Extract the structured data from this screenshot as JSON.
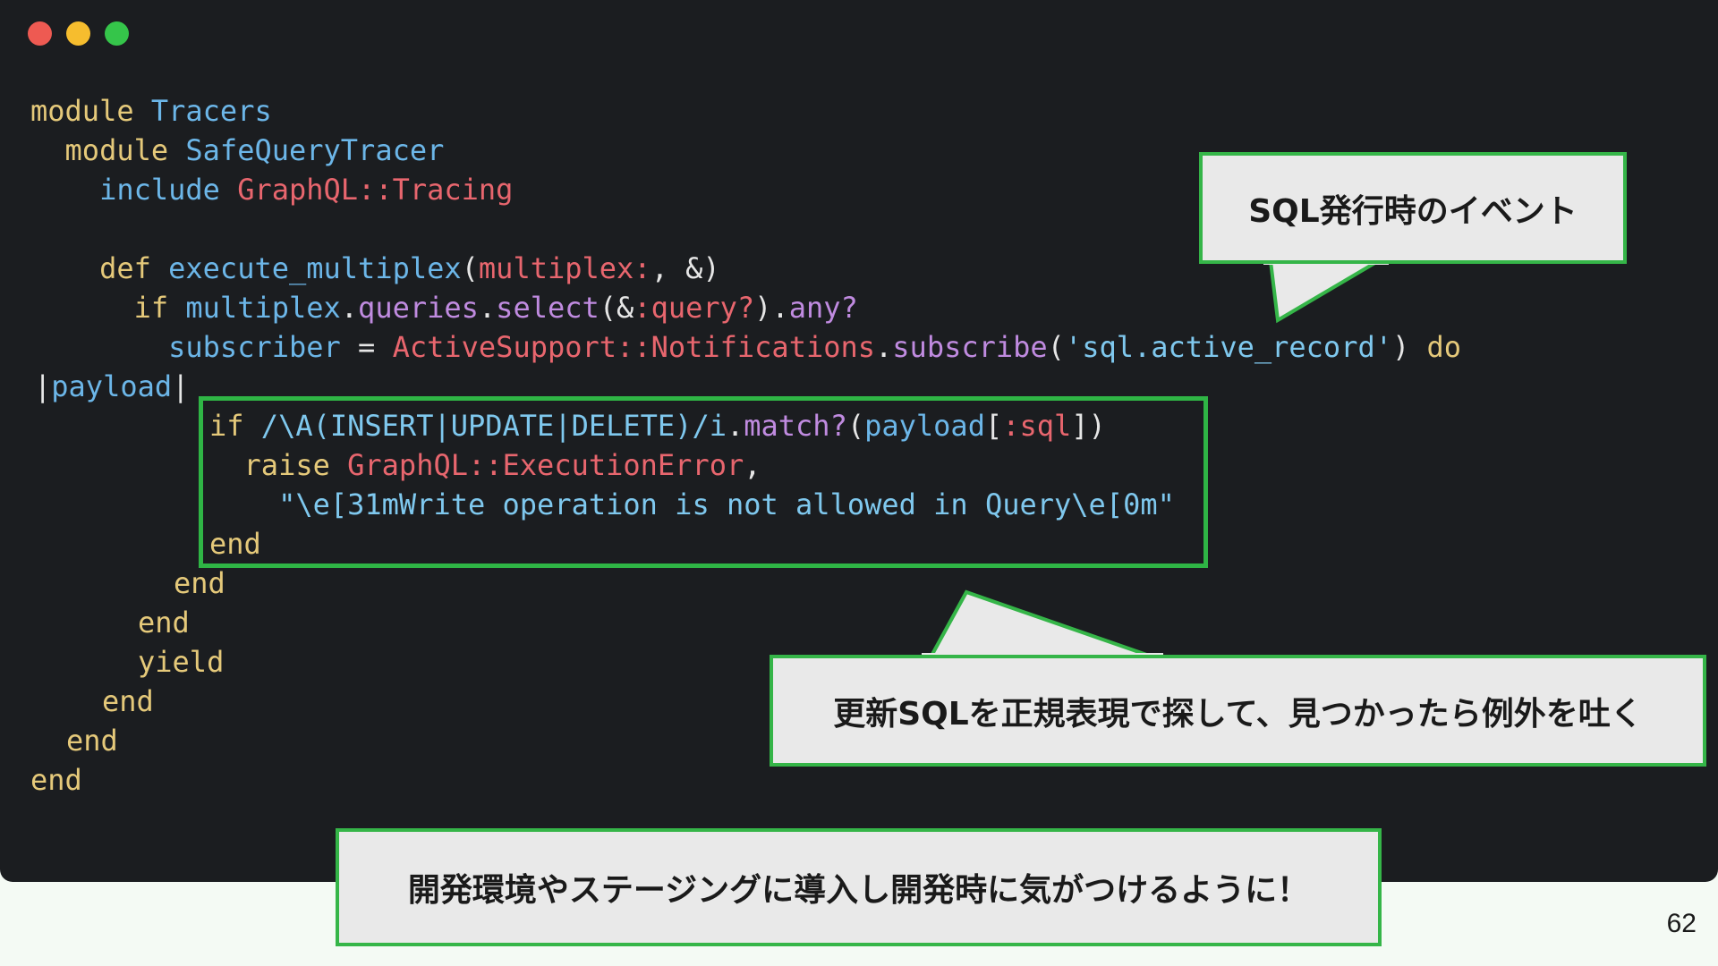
{
  "window": {
    "controls": {
      "close_color": "#ee5a52",
      "minimize_color": "#f6bd2e",
      "zoom_color": "#35c54a"
    }
  },
  "code": {
    "l1": {
      "kw": "module",
      "name": "Tracers"
    },
    "l2": {
      "kw": "module",
      "name": "SafeQueryTracer"
    },
    "l3": {
      "kw": "include",
      "name": "GraphQL::Tracing"
    },
    "l4": {
      "kw": "def",
      "method": "execute_multiplex",
      "open": "(",
      "param": "multiplex:",
      "rest": ", &)"
    },
    "l5": {
      "kw": "if",
      "recv": "multiplex",
      "dot1": ".",
      "m1": "queries",
      "dot2": ".",
      "m2": "select",
      "open": "(&",
      "sym": ":query?",
      "close": ")",
      "dot3": ".",
      "m3": "any?"
    },
    "l6": {
      "var": "subscriber",
      "eq": " = ",
      "const": "ActiveSupport::Notifications",
      "dot": ".",
      "method": "subscribe",
      "open": "(",
      "str": "'sql.active_record'",
      "close": ")",
      "kw": "do"
    },
    "l7": {
      "pipe1": "|",
      "var": "payload",
      "pipe2": "|"
    },
    "l8": {
      "kw": "if",
      "regex": "/\\A(INSERT|UPDATE|DELETE)/i",
      "dot": ".",
      "method": "match?",
      "open": "(",
      "arg": "payload",
      "br1": "[",
      "sym": ":sql",
      "br2": "])"
    },
    "l9": {
      "kw": "raise",
      "const": "GraphQL::ExecutionError",
      "comma": ","
    },
    "l10": {
      "str": "\"\\e[31mWrite operation is not allowed in Query\\e[0m\""
    },
    "l11": "end",
    "l12": "end",
    "l13": "end",
    "l14": "yield",
    "l15": "end",
    "l16": "end",
    "l17": "end"
  },
  "callouts": {
    "sql_event": "SQL発行時のイベント",
    "regex_note": "更新SQLを正規表現で探して、見つかったら例外を吐く",
    "dev_note": "開発環境やステージングに導入し開発時に気がつけるように！"
  },
  "page_number": "62"
}
